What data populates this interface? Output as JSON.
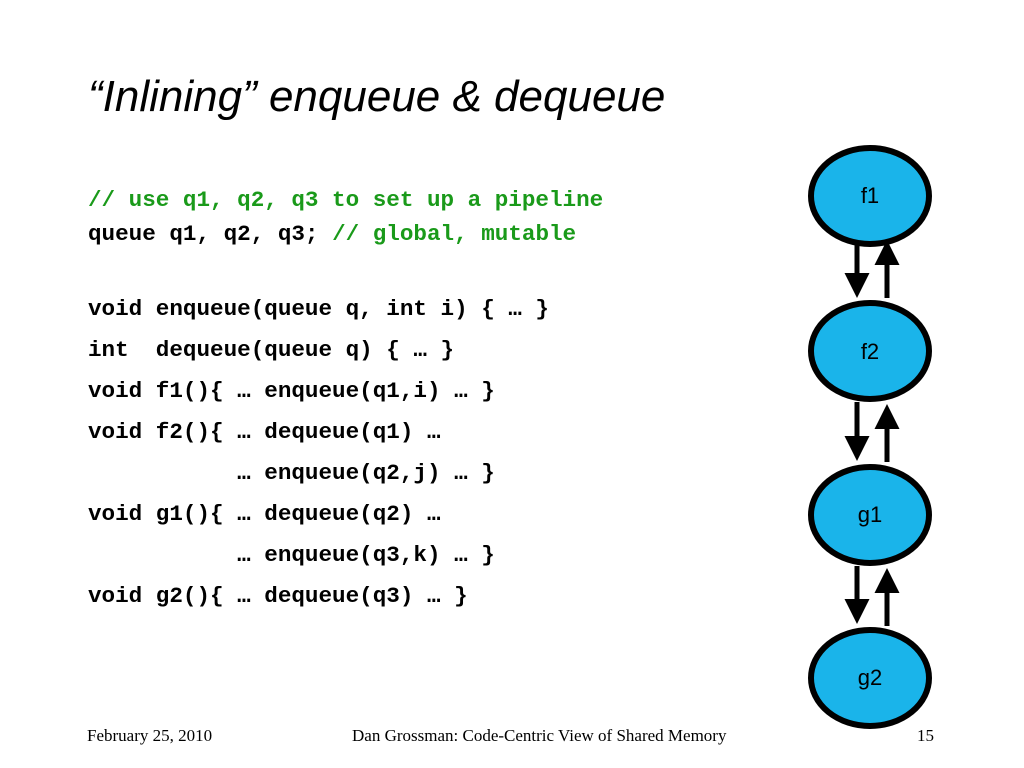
{
  "slide": {
    "title": "“Inlining” enqueue & dequeue",
    "code_lines": [
      {
        "code": "",
        "comment": "// use q1, q2, q3 to set up a pipeline"
      },
      {
        "code": "queue q1, q2, q3; ",
        "comment": "// global, mutable"
      },
      {
        "code": "void enqueue(queue q, int i) { … }",
        "comment": ""
      },
      {
        "code": "int  dequeue(queue q) { … }",
        "comment": ""
      },
      {
        "code": "void f1(){ … enqueue(q1,i) … }",
        "comment": ""
      },
      {
        "code": "void f2(){ … dequeue(q1) …",
        "comment": ""
      },
      {
        "code": "           … enqueue(q2,j) … }",
        "comment": ""
      },
      {
        "code": "void g1(){ … dequeue(q2) …",
        "comment": ""
      },
      {
        "code": "           … enqueue(q3,k) … }",
        "comment": ""
      },
      {
        "code": "void g2(){ … dequeue(q3) … }",
        "comment": ""
      }
    ],
    "diagram_nodes": [
      "f1",
      "f2",
      "g1",
      "g2"
    ],
    "node_color": "#1ab4ea",
    "comment_color": "#1a9a1a"
  },
  "footer": {
    "date": "February 25, 2010",
    "center": "Dan Grossman: Code-Centric View of Shared Memory",
    "page_number": "15"
  }
}
